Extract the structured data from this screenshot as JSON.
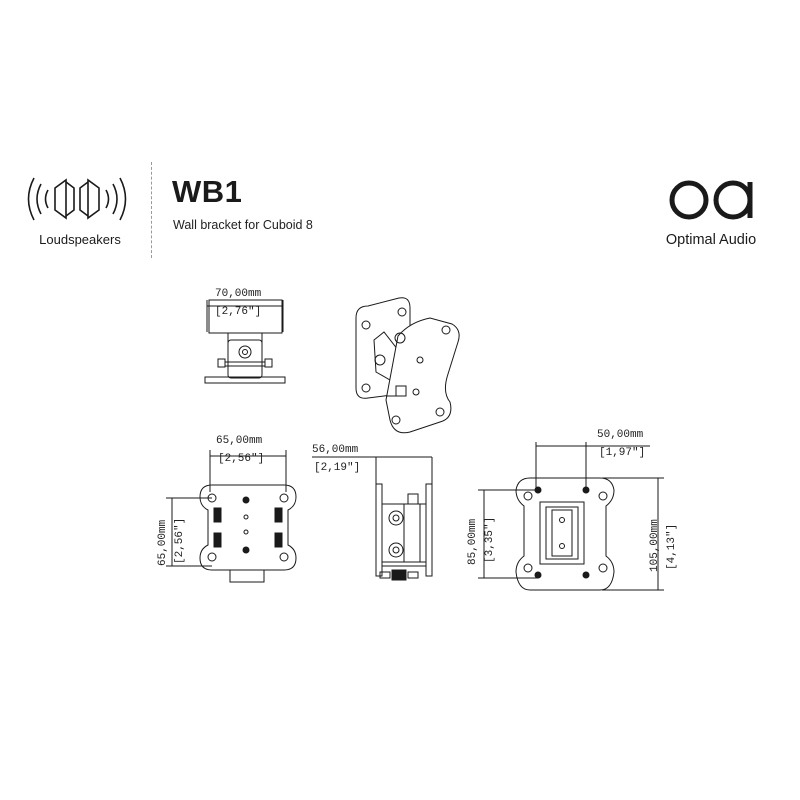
{
  "header": {
    "category_label": "Loudspeakers",
    "category_icon": "loudspeaker-icon",
    "product_title": "WB1",
    "product_subtitle": "Wall bracket for Cuboid 8",
    "company_name": "Optimal Audio",
    "company_logo": "oa-logo-icon"
  },
  "dimensions": {
    "top_view_width": {
      "mm": "70,00mm",
      "inch": "[2,76\"]"
    },
    "front_view_width": {
      "mm": "65,00mm",
      "inch": "[2,56\"]"
    },
    "front_view_height": {
      "mm": "65,00mm",
      "inch": "[2,56\"]"
    },
    "side_view_depth": {
      "mm": "56,00mm",
      "inch": "[2,19\"]"
    },
    "back_view_hole_width": {
      "mm": "50,00mm",
      "inch": "[1,97\"]"
    },
    "back_view_hole_height": {
      "mm": "85,00mm",
      "inch": "[3,35\"]"
    },
    "back_view_height": {
      "mm": "105,00mm",
      "inch": "[4,13\"]"
    }
  },
  "colors": {
    "line": "#1a1a1a",
    "text": "#1a1a1a",
    "background": "#ffffff"
  }
}
